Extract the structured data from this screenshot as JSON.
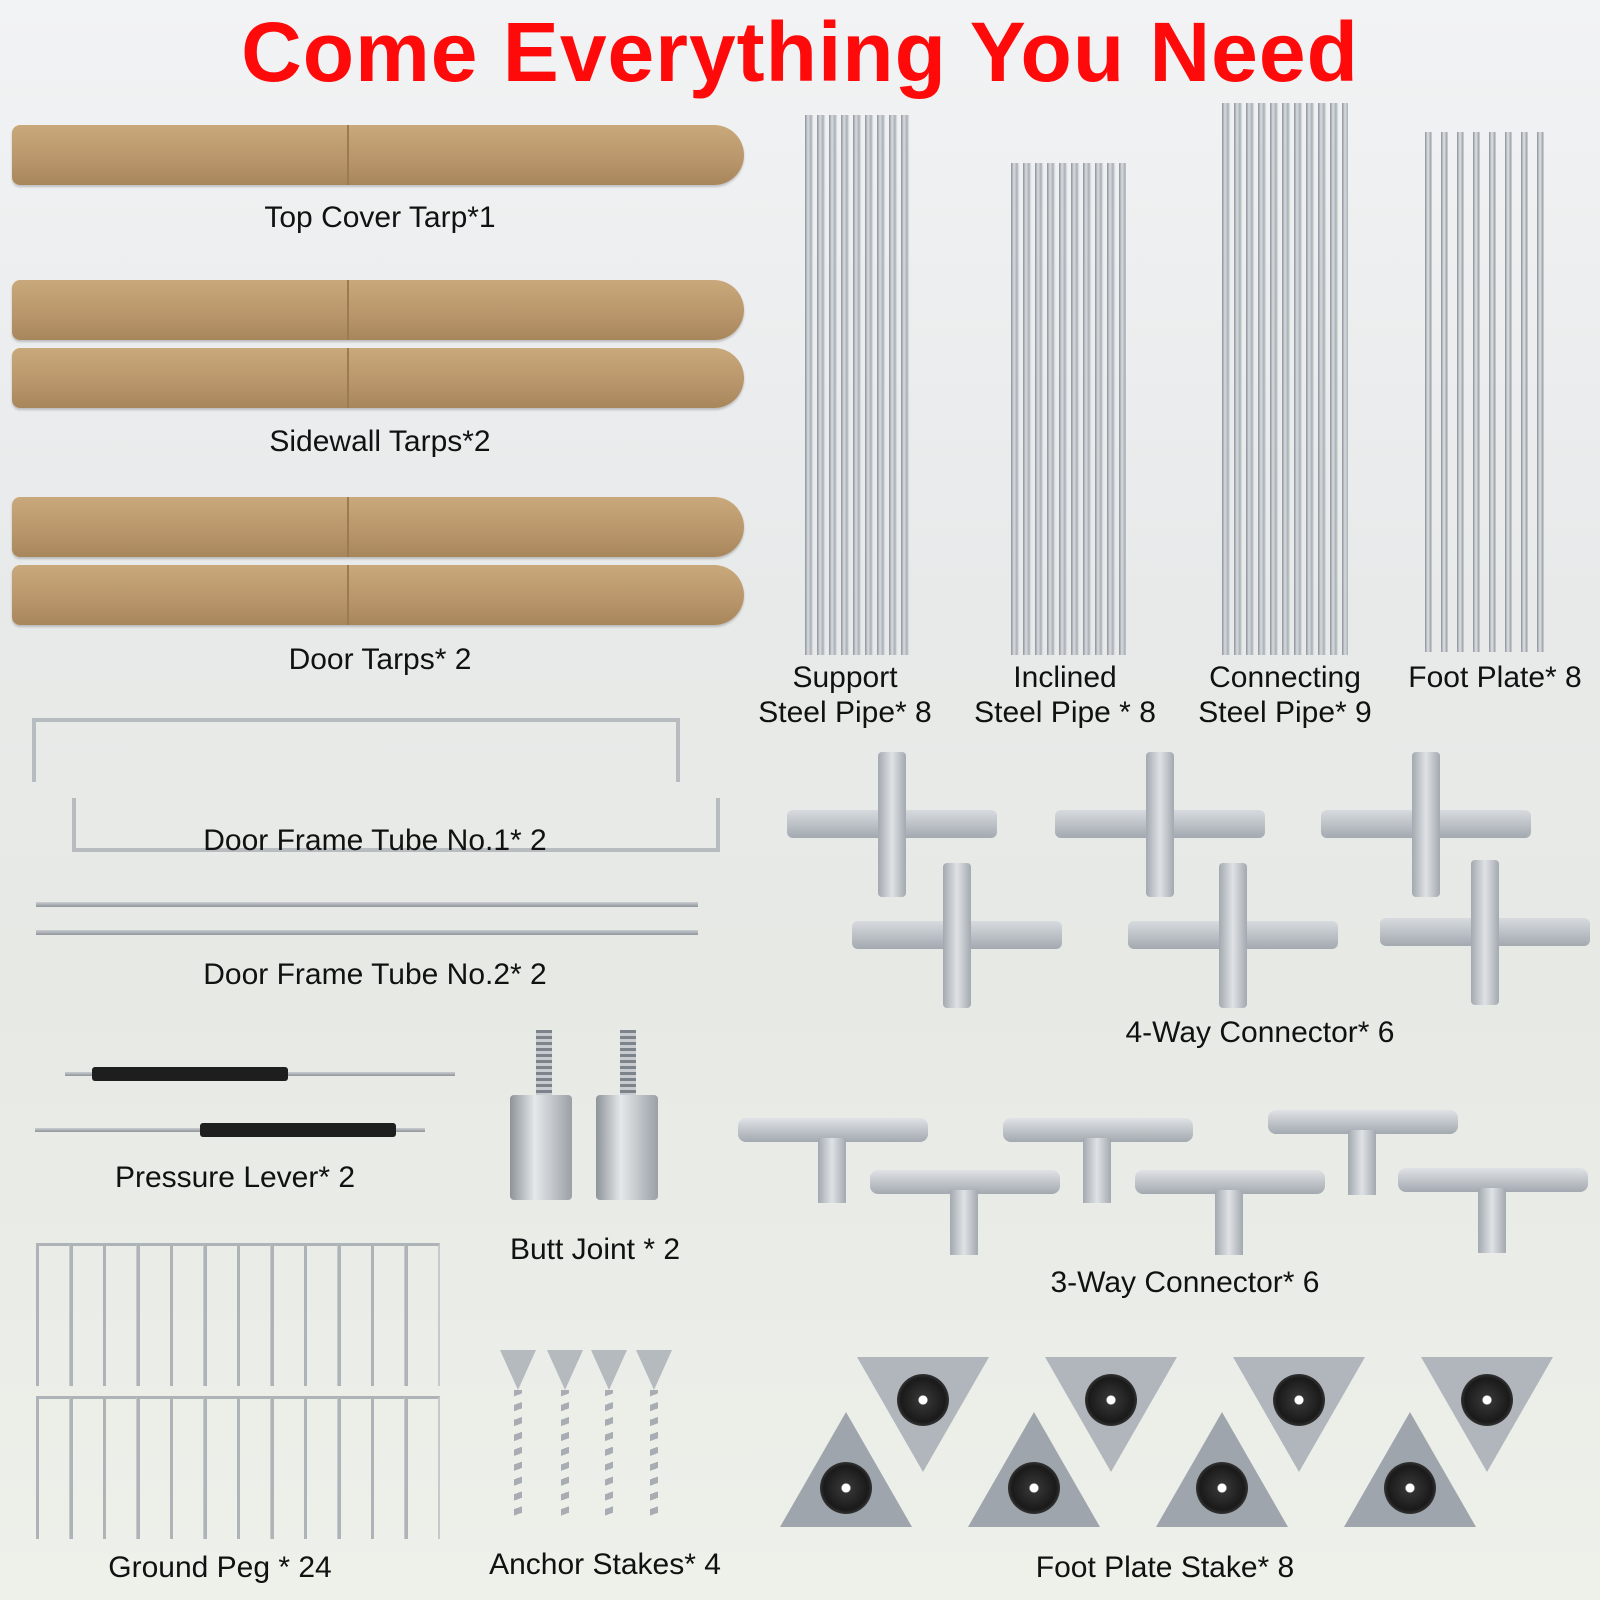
{
  "title": "Come Everything You Need",
  "items": {
    "top_cover_tarp": "Top Cover Tarp*1",
    "sidewall_tarps": "Sidewall Tarps*2",
    "door_tarps": "Door Tarps* 2",
    "support_pipe": [
      "Support",
      "Steel Pipe* 8"
    ],
    "inclined_pipe": [
      "Inclined",
      "Steel Pipe * 8"
    ],
    "connecting_pipe": [
      "Connecting",
      "Steel Pipe* 9"
    ],
    "foot_plate": "Foot Plate* 8",
    "door_frame_1": "Door Frame Tube No.1* 2",
    "door_frame_2": "Door Frame Tube No.2* 2",
    "four_way": "4-Way Connector* 6",
    "pressure_lever": "Pressure Lever* 2",
    "butt_joint": "Butt Joint * 2",
    "three_way": "3-Way Connector* 6",
    "ground_peg": "Ground Peg * 24",
    "anchor_stakes": "Anchor Stakes* 4",
    "foot_plate_stake": "Foot Plate Stake* 8"
  },
  "colors": {
    "title": "#ff0a0a",
    "tarp": "#b8956a"
  }
}
